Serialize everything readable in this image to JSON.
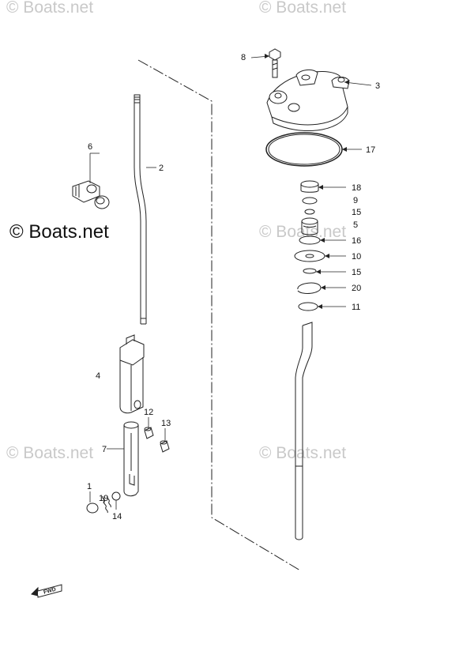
{
  "watermark": {
    "tiled_text": "© Boats.net",
    "main_text": "© Boats.net"
  },
  "fwd_badge": {
    "label": "FWD"
  },
  "callouts": {
    "p1": "1",
    "p2": "2",
    "p3": "3",
    "p4": "4",
    "p5": "5",
    "p6": "6",
    "p7": "7",
    "p8": "8",
    "p9": "9",
    "p10": "10",
    "p11": "11",
    "p12": "12",
    "p13": "13",
    "p14": "14",
    "p15a": "15",
    "p15b": "15",
    "p16": "16",
    "p17": "17",
    "p18": "18",
    "p19": "19",
    "p20": "20"
  }
}
